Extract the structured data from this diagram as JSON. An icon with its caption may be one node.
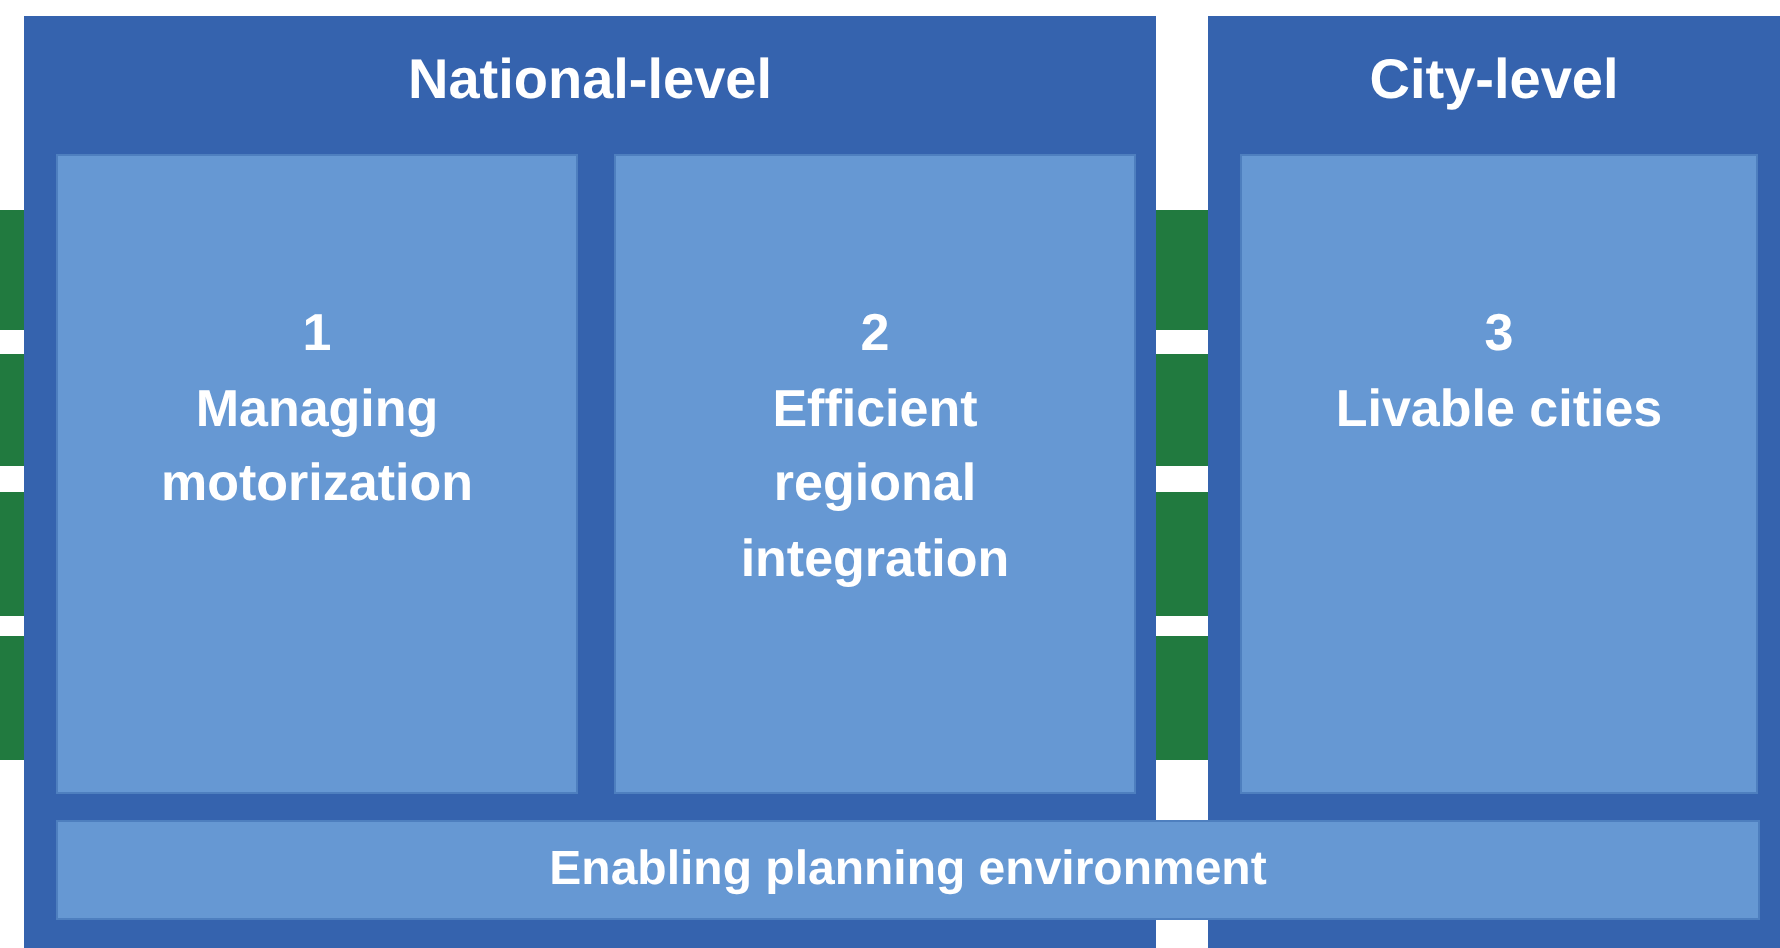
{
  "diagram": {
    "nodes": [
      {
        "text": [
          "National-level"
        ]
      },
      {
        "text": [
          "1",
          "Managing motorization"
        ],
        "in": 0
      },
      {
        "text": [
          "2",
          "Efficient regional integration"
        ],
        "in": 0
      },
      {
        "text": [
          "City-level"
        ]
      },
      {
        "text": [
          "3",
          "Livable cities"
        ],
        "in": 3
      },
      {
        "text": [
          "Enabling planning environment"
        ]
      }
    ]
  }
}
